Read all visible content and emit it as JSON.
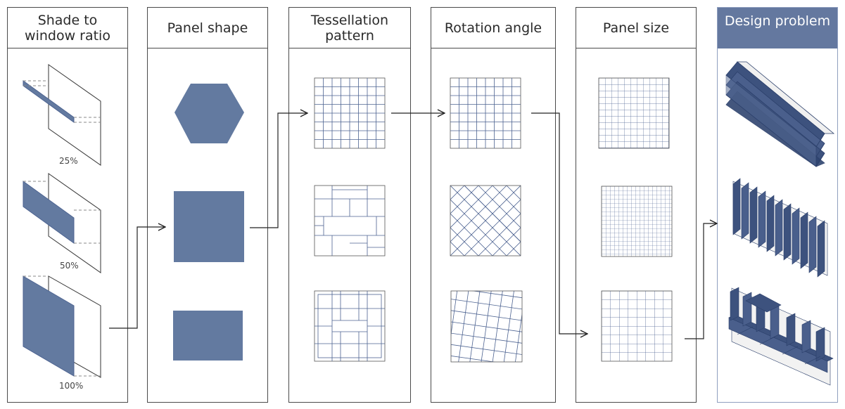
{
  "colors": {
    "panel_fill": "#637aa0",
    "dark_panel": "#3d527e",
    "grid_line": "#4d6391",
    "border": "#4a4a4a",
    "header_accent": "#64789f"
  },
  "columns": [
    {
      "title": "Shade to window ratio",
      "labels": [
        "25%",
        "50%",
        "100%"
      ]
    },
    {
      "title": "Panel shape"
    },
    {
      "title": "Tessellation pattern"
    },
    {
      "title": "Rotation angle"
    },
    {
      "title": "Panel size"
    },
    {
      "title": "Design problem"
    }
  ]
}
